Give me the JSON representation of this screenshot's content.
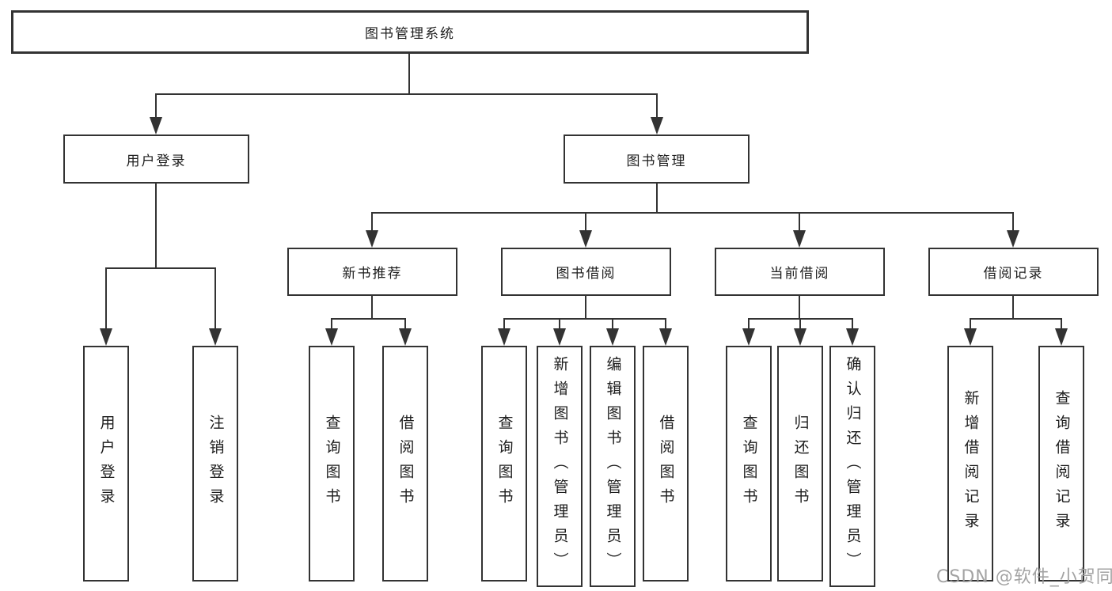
{
  "tree": {
    "root": {
      "label": "图书管理系统"
    },
    "branches": [
      {
        "label": "用户登录",
        "children": [
          {
            "label": "用户登录"
          },
          {
            "label": "注销登录"
          }
        ]
      },
      {
        "label": "图书管理",
        "children": [
          {
            "label": "新书推荐",
            "children": [
              {
                "label": "查询图书"
              },
              {
                "label": "借阅图书"
              }
            ]
          },
          {
            "label": "图书借阅",
            "children": [
              {
                "label": "查询图书"
              },
              {
                "label": "新增图书（管理员）"
              },
              {
                "label": "编辑图书（管理员）"
              },
              {
                "label": "借阅图书"
              }
            ]
          },
          {
            "label": "当前借阅",
            "children": [
              {
                "label": "查询图书"
              },
              {
                "label": "归还图书"
              },
              {
                "label": "确认归还（管理员）"
              }
            ]
          },
          {
            "label": "借阅记录",
            "children": [
              {
                "label": "新增借阅记录"
              },
              {
                "label": "查询借阅记录"
              }
            ]
          }
        ]
      }
    ]
  },
  "watermark": {
    "text": "CSDN @软件_小贺同学"
  },
  "colors": {
    "line": "#333333",
    "text": "#1d1d1d",
    "background": "#ffffff",
    "watermark": "#9b9b9b"
  }
}
